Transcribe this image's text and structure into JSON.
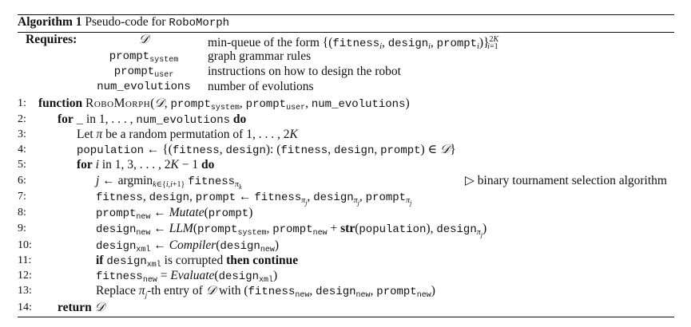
{
  "caption": {
    "label": "Algorithm 1",
    "title": "Pseudo-code for",
    "name": "RoboMorph"
  },
  "requires": {
    "label": "Requires:",
    "items": [
      {
        "symbol": "𝒟",
        "description": "min-queue of the form {(fitness_i, design_i, prompt_i)}^{2K}_{i=1}"
      },
      {
        "symbol": "prompt_system",
        "description": "graph grammar rules"
      },
      {
        "symbol": "prompt_user",
        "description": "instructions on how to design the robot"
      },
      {
        "symbol": "num_evolutions",
        "description": "number of evolutions"
      }
    ]
  },
  "lines": [
    {
      "num": "1:",
      "text": "function RoboMorph(𝒟, prompt_system, prompt_user, num_evolutions)"
    },
    {
      "num": "2:",
      "text": "for _ in 1, . . . , num_evolutions do"
    },
    {
      "num": "3:",
      "text": "Let π be a random permutation of 1, . . . , 2K"
    },
    {
      "num": "4:",
      "text": "population ← {(fitness, design): (fitness, design, prompt) ∈ 𝒟}"
    },
    {
      "num": "5:",
      "text": "for i in 1, 3, . . . , 2K − 1 do"
    },
    {
      "num": "6:",
      "text": "j ← argmin_{k∈{i,i+1}} fitness_{π_k}"
    },
    {
      "num": "7:",
      "text": "fitness, design, prompt ← fitness_{π_j}, design_{π_j}, prompt_{π_j}"
    },
    {
      "num": "8:",
      "text": "prompt_new ← Mutate(prompt)"
    },
    {
      "num": "9:",
      "text": "design_new ← LLM(prompt_system, prompt_new + str(population), design_{π_j})"
    },
    {
      "num": "10:",
      "text": "design_xml ← Compiler(design_new)"
    },
    {
      "num": "11:",
      "text": "if design_xml is corrupted then continue"
    },
    {
      "num": "12:",
      "text": "fitness_new = Evaluate(design_xml)"
    },
    {
      "num": "13:",
      "text": "Replace π_j-th entry of 𝒟 with (fitness_new, design_new, prompt_new)"
    },
    {
      "num": "14:",
      "text": "return 𝒟"
    }
  ],
  "comment_line6": "▷ binary tournament selection algorithm"
}
